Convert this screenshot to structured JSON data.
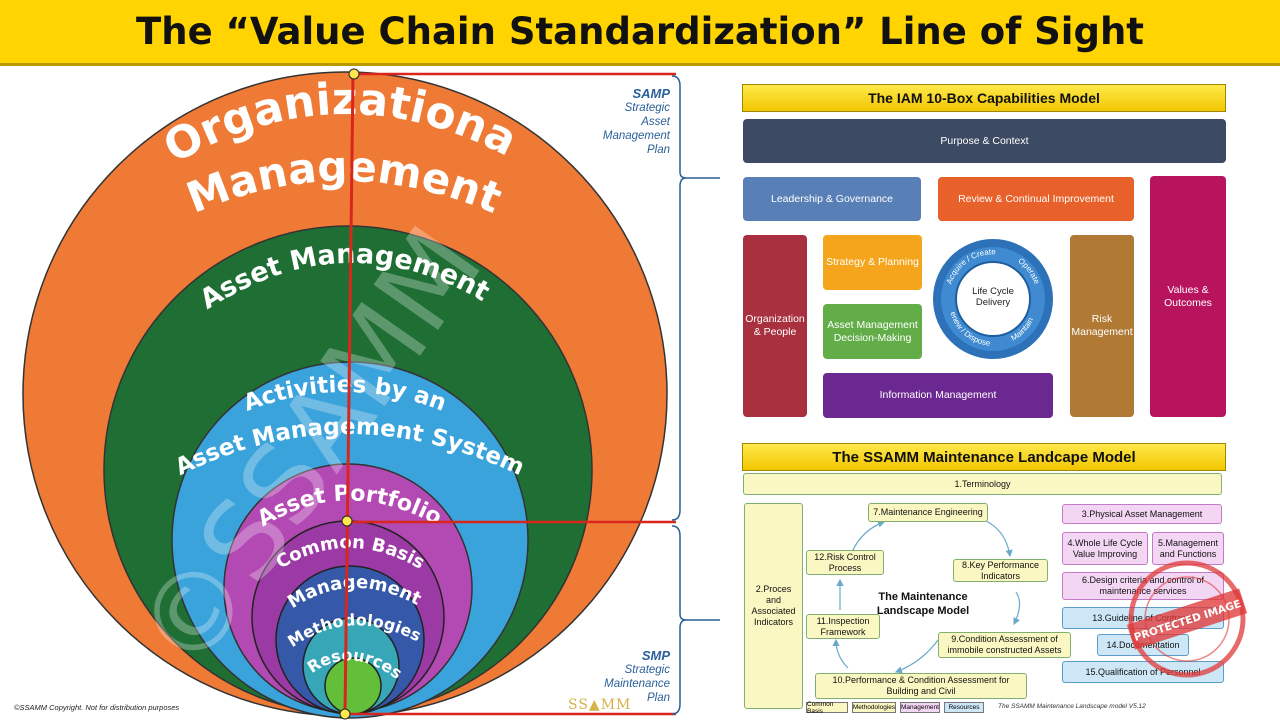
{
  "page_title": "The “Value Chain Standardization” Line of Sight",
  "circles": {
    "organizational_line1": "Organizational",
    "organizational_line2": "Management",
    "asset_management": "Asset Management",
    "activities_line1": "Activities by an",
    "activities_line2": "Asset Management System",
    "asset_portfolio": "Asset Portfolio",
    "common_basis": "Common Basis",
    "management": "Management",
    "methodologies": "Methodologies",
    "resources": "Resources",
    "watermark": "©SSAMM"
  },
  "samp": {
    "heading": "SAMP",
    "line1": "Strategic",
    "line2": "Asset",
    "line3": "Management",
    "line4": "Plan"
  },
  "smp": {
    "heading": "SMP",
    "line1": "Strategic",
    "line2": "Maintenance",
    "line3": "Plan"
  },
  "copyright": "©SSAMM Copyright. Not for distribution purposes",
  "logo_text": "SS▲MM",
  "iam_model": {
    "title": "The IAM 10-Box Capabilities Model",
    "purpose": "Purpose & Context",
    "leadership": "Leadership & Governance",
    "review": "Review & Continual Improvement",
    "values": "Values & Outcomes",
    "organization": "Organization & People",
    "strategy": "Strategy & Planning",
    "decision": "Asset Management Decision-Making",
    "lifecycle": "Life Cycle Delivery",
    "cycle_acquire": "Acquire / Create",
    "cycle_operate": "Operate",
    "cycle_maintain": "Maintain",
    "cycle_renew": "Renew / Dispose",
    "risk": "Risk Management",
    "information": "Information Management",
    "colors": {
      "purpose": "#3c4a63",
      "leadership": "#5880b6",
      "review": "#e8612a",
      "values": "#b8145e",
      "organization": "#a9303f",
      "strategy": "#f4a51c",
      "decision": "#62ad48",
      "risk": "#b07a35",
      "information": "#6c2891",
      "lifecycle": "#2d72b8"
    }
  },
  "landscape": {
    "title": "The SSAMM Maintenance Landcape Model",
    "terminology": "1.Terminology",
    "proces": "2.Proces and Associated Indicators",
    "center_line1": "The Maintenance",
    "center_line2": "Landscape Model",
    "engineering": "7.Maintenance Engineering",
    "kpi": "8.Key Performance Indicators",
    "condition_immobile": "9.Condition Assessment of immobile constructed Assets",
    "performance": "10.Performance & Condition Assessment for Building and Civil",
    "inspection": "11.Inspection Framework",
    "risk_control": "12.Risk Control Process",
    "physical": "3.Physical Asset Management",
    "whole_life": "4.Whole Life Cycle Value Improving",
    "management_functions": "5.Management and Functions",
    "design": "6.Design criteria and control of maintenance services",
    "contracts": "13.Guideline of Contracts",
    "documentation": "14.Documentation",
    "qualification": "15.Qualification of Personnel",
    "legend": [
      "Common Basis",
      "Methodologies",
      "Management",
      "Resources"
    ],
    "footnote": "The SSAMM Maintenance Landscape model V5.12",
    "stamp": "PROTECTED IMAGE"
  }
}
